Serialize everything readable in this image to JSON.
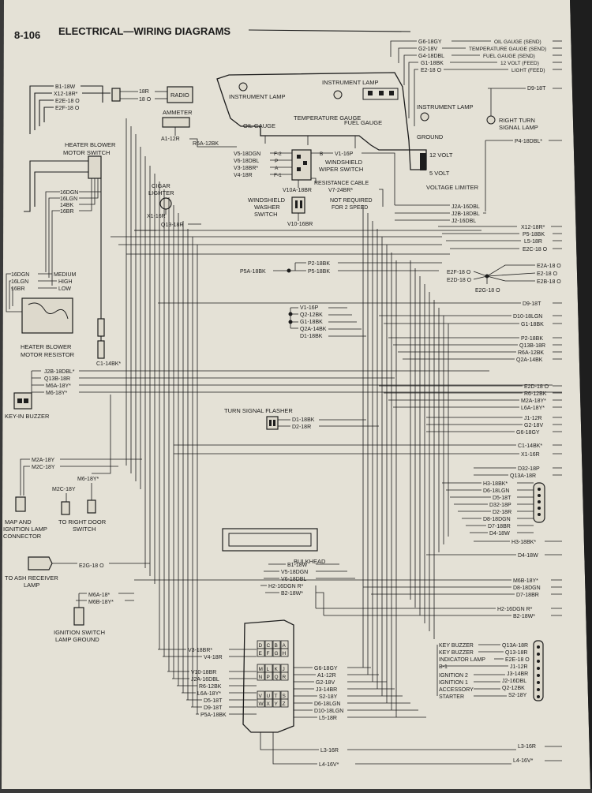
{
  "page": {
    "number": "8-106",
    "title": "ELECTRICAL—WIRING DIAGRAMS"
  },
  "top_right_wires": [
    {
      "code": "G6-18GY",
      "dest": "OIL GAUGE (SEND)"
    },
    {
      "code": "G2-18V",
      "dest": "TEMPERATURE GAUGE (SEND)"
    },
    {
      "code": "G4-18DBL",
      "dest": "FUEL GAUGE (SEND)"
    },
    {
      "code": "G1-18BK",
      "dest": "12 VOLT (FEED)"
    },
    {
      "code": "E2-18 O",
      "dest": "LIGHT (FEED)"
    }
  ],
  "left_top_wires": [
    "B1-18W",
    "X12-18R*",
    "E2E-18 O",
    "E2F-18 O"
  ],
  "radio": {
    "label": "RADIO",
    "wires": [
      "18R",
      "18 O"
    ]
  },
  "ammeter": {
    "label": "AMMETER",
    "wire": "A1-12R"
  },
  "cluster": {
    "instrument_lamp_left": "INSTRUMENT LAMP",
    "instrument_lamp_top": "INSTRUMENT LAMP",
    "instrument_lamp_right": "INSTRUMENT LAMP",
    "oil_gauge": "OIL GAUGE",
    "temp_gauge": "TEMPERATURE GAUGE",
    "fuel_gauge": "FUEL GAUGE",
    "ground": "GROUND",
    "volt12": "12 VOLT",
    "volt5": "5 VOLT",
    "voltage_limiter": "VOLTAGE LIMITER",
    "r6a": "R6A-12BK"
  },
  "right_turn_lamp": {
    "label": "RIGHT TURN SIGNAL LAMP",
    "wires": [
      "D9-18T",
      "P4-18DBL*"
    ]
  },
  "wiper_switch": {
    "label": "WINDSHIELD WIPER SWITCH",
    "wires_left": [
      "V5-18DGN",
      "V6-18DBL",
      "V3-18BR*",
      "V4-18R"
    ],
    "terminals": [
      "F-2",
      "P",
      "A",
      "F-1",
      "B"
    ],
    "v1": "V1-16P",
    "resistance": "RESISTANCE CABLE",
    "v7": "V7-24BR*",
    "note": "NOT REQUIRED FOR 2 SPEED",
    "v10a": "V10A-18BR"
  },
  "washer_switch": {
    "label": "WINDSHIELD WASHER SWITCH",
    "wire": "V10-16BR"
  },
  "cigar_lighter": {
    "label": "CIGAR LIGHTER",
    "wires": [
      "X1-16R",
      "Q13-18R"
    ]
  },
  "heater_blower_switch": {
    "label": "HEATER BLOWER MOTOR SWITCH",
    "wires": [
      "16DGN",
      "16LGN",
      "14BK",
      "16BR"
    ]
  },
  "heater_blower_resistor": {
    "label": "HEATER BLOWER MOTOR RESISTOR",
    "wires": [
      "16DGN",
      "16LGN",
      "16BR"
    ],
    "speeds": [
      "MEDIUM",
      "HIGH",
      "LOW"
    ]
  },
  "right_mid_wires": [
    "J2A-16DBL",
    "J2B-18DBL",
    "J2-16DBL",
    "X12-18R*",
    "P5-18BK",
    "L5-18R",
    "E2C-18 O"
  ],
  "p_splice": {
    "p5a": "P5A-18BK",
    "p2": "P2-18BK",
    "p5": "P5-18BK"
  },
  "e2_splice": {
    "left": [
      "E2F-18 O",
      "E2D-18 O"
    ],
    "right": [
      "E2A-18 O",
      "E2-18 O",
      "E2B-18 O"
    ],
    "bottom": "E2G-18 O"
  },
  "g_splice": [
    "V1-16P",
    "Q2-12BK",
    "G1-18BK",
    "Q2A-14BK",
    "D1-18BK"
  ],
  "right_list_a": [
    "D9-18T",
    "D10-18LGN",
    "G1-18BK",
    "P2-18BK",
    "Q13B-18R",
    "R6A-12BK",
    "Q2A-14BK"
  ],
  "c1": "C1-14BK*",
  "left_mid_wires": [
    "J2B-18DBL*",
    "Q13B-18R",
    "M6A-18Y*",
    "M6-18Y*"
  ],
  "right_list_b": [
    "E2D-18 O",
    "R6-12BK",
    "M2A-18Y*",
    "L6A-18Y*",
    "J1-12R",
    "G2-18V",
    "G6-18GY",
    "C1-14BK*",
    "X1-16R",
    "D32-18P",
    "Q13A-18R"
  ],
  "key_buzzer": {
    "label": "KEY-IN BUZZER"
  },
  "turn_flasher": {
    "label": "TURN SIGNAL FLASHER",
    "wires": [
      "D1-18BK",
      "D2-18R"
    ]
  },
  "map_lamp": {
    "label": "MAP AND IGNITION LAMP CONNECTOR",
    "wires": [
      "M2A-18Y",
      "M2C-18Y",
      "M2C-18Y"
    ]
  },
  "door_switch": {
    "label": "TO RIGHT DOOR SWITCH",
    "wire": "M6-18Y*"
  },
  "right_connector": [
    "H3-18BK*",
    "D6-18LGN",
    "D5-18T",
    "D32-18P",
    "D2-18R",
    "D8-18DGN",
    "D7-18BR",
    "D4-18W",
    "H3-18BK*",
    "D4-18W"
  ],
  "bulkhead": {
    "label": "BULKHEAD"
  },
  "ash_receiver": {
    "label": "TO ASH RECEIVER LAMP",
    "wire": "E2G-18 O"
  },
  "ignition_lamp": {
    "label": "IGNITION SWITCH LAMP GROUND",
    "wires": [
      "M6A-18*",
      "M6B-18Y*"
    ]
  },
  "right_lower_wires": [
    "M6B-18Y*",
    "D8-18DGN",
    "D7-18BR",
    "H2-16DGN R*",
    "B2-18W*"
  ],
  "ign_top_wires": [
    "B1-18W",
    "V5-18DGN",
    "V6-18DBL",
    "H2-16DGN R*",
    "B2-18W*"
  ],
  "ign_left_wires": [
    "V3-18BR*",
    "V4-18R",
    "V10-18BR",
    "J2A-16DBL",
    "R6-12BK",
    "L6A-18Y*",
    "D5-18T",
    "D9-18T",
    "P5A-18BK"
  ],
  "ign_right_wires": [
    "G6-18GY",
    "A1-12R",
    "G2-18V",
    "J3-14BR",
    "S2-18Y",
    "D6-18LGN",
    "D10-18LGN",
    "L5-18R"
  ],
  "ign_connector_letters": [
    [
      "D",
      "C",
      "B",
      "A"
    ],
    [
      "E",
      "F",
      "G",
      "H"
    ],
    [
      "M",
      "L",
      "K",
      "J"
    ],
    [
      "N",
      "P",
      "Q",
      "R"
    ],
    [
      "V",
      "U",
      "T",
      "S"
    ],
    [
      "W",
      "X",
      "Y",
      "Z"
    ]
  ],
  "ign_switch": {
    "labels": [
      "KEY BUZZER",
      "KEY BUZZER",
      "INDICATOR LAMP",
      "B-1",
      "IGNITION 2",
      "IGNITION 1",
      "ACCESSORY",
      "STARTER"
    ],
    "wires": [
      "Q13A-18R",
      "Q13-18R",
      "E2E-18 O",
      "J1-12R",
      "J3-14BR",
      "J2-16DBL",
      "Q2-12BK",
      "S2-18Y"
    ]
  },
  "bottom_wires": [
    "L3-16R",
    "L4-16V*"
  ],
  "bottom_right_wires": [
    "L3-16R",
    "L4-16V*"
  ]
}
